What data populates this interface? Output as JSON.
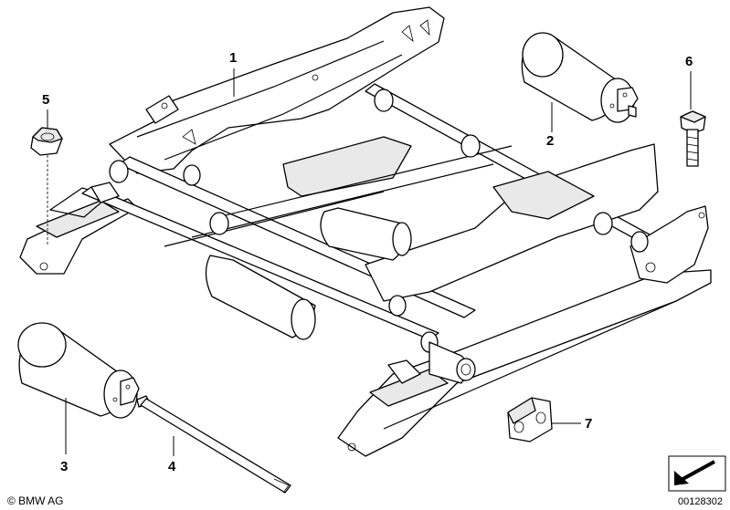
{
  "callouts": [
    {
      "id": "c1",
      "label": "1"
    },
    {
      "id": "c2",
      "label": "2"
    },
    {
      "id": "c3",
      "label": "3"
    },
    {
      "id": "c4",
      "label": "4"
    },
    {
      "id": "c5",
      "label": "5"
    },
    {
      "id": "c6",
      "label": "6"
    },
    {
      "id": "c7",
      "label": "7"
    }
  ],
  "footer": {
    "copyright": "© BMW AG",
    "document_number": "00128302"
  },
  "icons": {
    "navigation": "arrow-icon"
  }
}
